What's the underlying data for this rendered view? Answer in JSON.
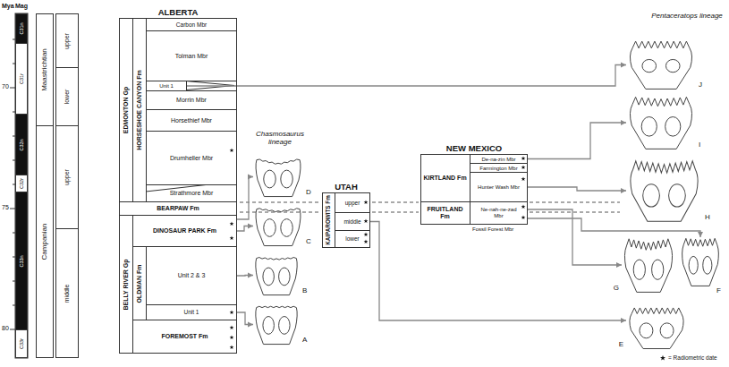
{
  "diagram": {
    "nodes": [
      {
        "text": [
          "C31n"
        ]
      },
      {
        "text": [
          "C31r"
        ]
      },
      {
        "text": [
          "C32n"
        ]
      },
      {
        "text": [
          "C32r"
        ]
      },
      {
        "text": [
          "C33n"
        ]
      },
      {
        "text": [
          "C33r"
        ]
      },
      {
        "text": [
          "Maastrichtian"
        ]
      },
      {
        "text": [
          "Campanian"
        ]
      },
      {
        "text": [
          "upper"
        ]
      },
      {
        "text": [
          "lower"
        ]
      },
      {
        "text": [
          "upper"
        ]
      },
      {
        "text": [
          "middle"
        ]
      },
      {
        "text": [
          "ALBERTA"
        ]
      },
      {
        "text": [
          "EDMONTON Gp"
        ],
        "in": 12
      },
      {
        "text": [
          "HORSESHOE CANYON Fm"
        ],
        "in": 13
      },
      {
        "text": [
          "Carbon Mbr"
        ],
        "in": 14
      },
      {
        "text": [
          "Tolman Mbr"
        ],
        "in": 14
      },
      {
        "text": [
          "Unit 1"
        ],
        "in": 14
      },
      {
        "text": [
          "Morrin Mbr"
        ],
        "in": 14
      },
      {
        "text": [
          "Horsethief Mbr"
        ],
        "in": 14
      },
      {
        "text": [
          "Drumheller Mbr"
        ],
        "in": 14
      },
      {
        "text": [
          "Strathmore Mbr"
        ],
        "in": 14
      },
      {
        "text": [
          "BEARPAW Fm"
        ],
        "in": 12
      },
      {
        "text": [
          "BELLY RIVER Gp"
        ],
        "in": 12
      },
      {
        "text": [
          "DINOSAUR PARK Fm"
        ],
        "in": 23
      },
      {
        "text": [
          "OLDMAN Fm"
        ],
        "in": 23
      },
      {
        "text": [
          "Unit 2 & 3"
        ],
        "in": 25
      },
      {
        "text": [
          "Unit 1"
        ],
        "in": 25
      },
      {
        "text": [
          "FOREMOST Fm"
        ],
        "in": 23
      },
      {
        "text": [
          "D"
        ]
      },
      {
        "text": [
          "C"
        ]
      },
      {
        "text": [
          "B"
        ]
      },
      {
        "text": [
          "A"
        ]
      },
      {
        "text": [
          "UTAH"
        ]
      },
      {
        "text": [
          "KAIPAROWITS Fm"
        ],
        "in": 33
      },
      {
        "text": [
          "upper"
        ],
        "in": 34
      },
      {
        "text": [
          "middle"
        ],
        "in": 34
      },
      {
        "text": [
          "lower"
        ],
        "in": 34
      },
      {
        "text": [
          "NEW MEXICO"
        ]
      },
      {
        "text": [
          "KIRTLAND Fm"
        ],
        "in": 38
      },
      {
        "text": [
          "De-na-zin Mbr"
        ],
        "in": 39
      },
      {
        "text": [
          "Farmington Mbr"
        ],
        "in": 39
      },
      {
        "text": [
          "Hunter Wash Mbr"
        ],
        "in": 39
      },
      {
        "text": [
          "FRUITLAND Fm"
        ],
        "in": 38
      },
      {
        "text": [
          "Ne-nah-ne-zad Mbr"
        ],
        "in": 43
      },
      {
        "text": [
          "J"
        ]
      },
      {
        "text": [
          "I"
        ]
      },
      {
        "text": [
          "H"
        ]
      },
      {
        "text": [
          "G"
        ]
      },
      {
        "text": [
          "F"
        ]
      },
      {
        "text": [
          "E"
        ]
      }
    ],
    "edges": [
      {
        "from": 27,
        "to": 32,
        "arrow": "to"
      },
      {
        "from": 26,
        "to": 31,
        "arrow": "to"
      },
      {
        "from": 24,
        "to": 30,
        "arrow": "to"
      },
      {
        "from": 24,
        "to": 29,
        "arrow": "to"
      },
      {
        "from": 36,
        "to": 50,
        "arrow": "to"
      },
      {
        "from": 44,
        "to": 48,
        "arrow": "to"
      },
      {
        "from": 44,
        "to": 49,
        "arrow": "to"
      },
      {
        "from": 42,
        "to": 47,
        "arrow": "to"
      },
      {
        "from": 40,
        "to": 46,
        "arrow": "to"
      },
      {
        "from": 17,
        "to": 45,
        "arrow": "to"
      }
    ],
    "labels": [
      "Mya",
      "Mag",
      "70",
      "75",
      "80",
      "Chasmosaurus lineage",
      "Pentaceratops lineage",
      "Fossil Forest Mbr"
    ],
    "legend": [
      {
        "text": "= Radiometric date"
      }
    ]
  }
}
